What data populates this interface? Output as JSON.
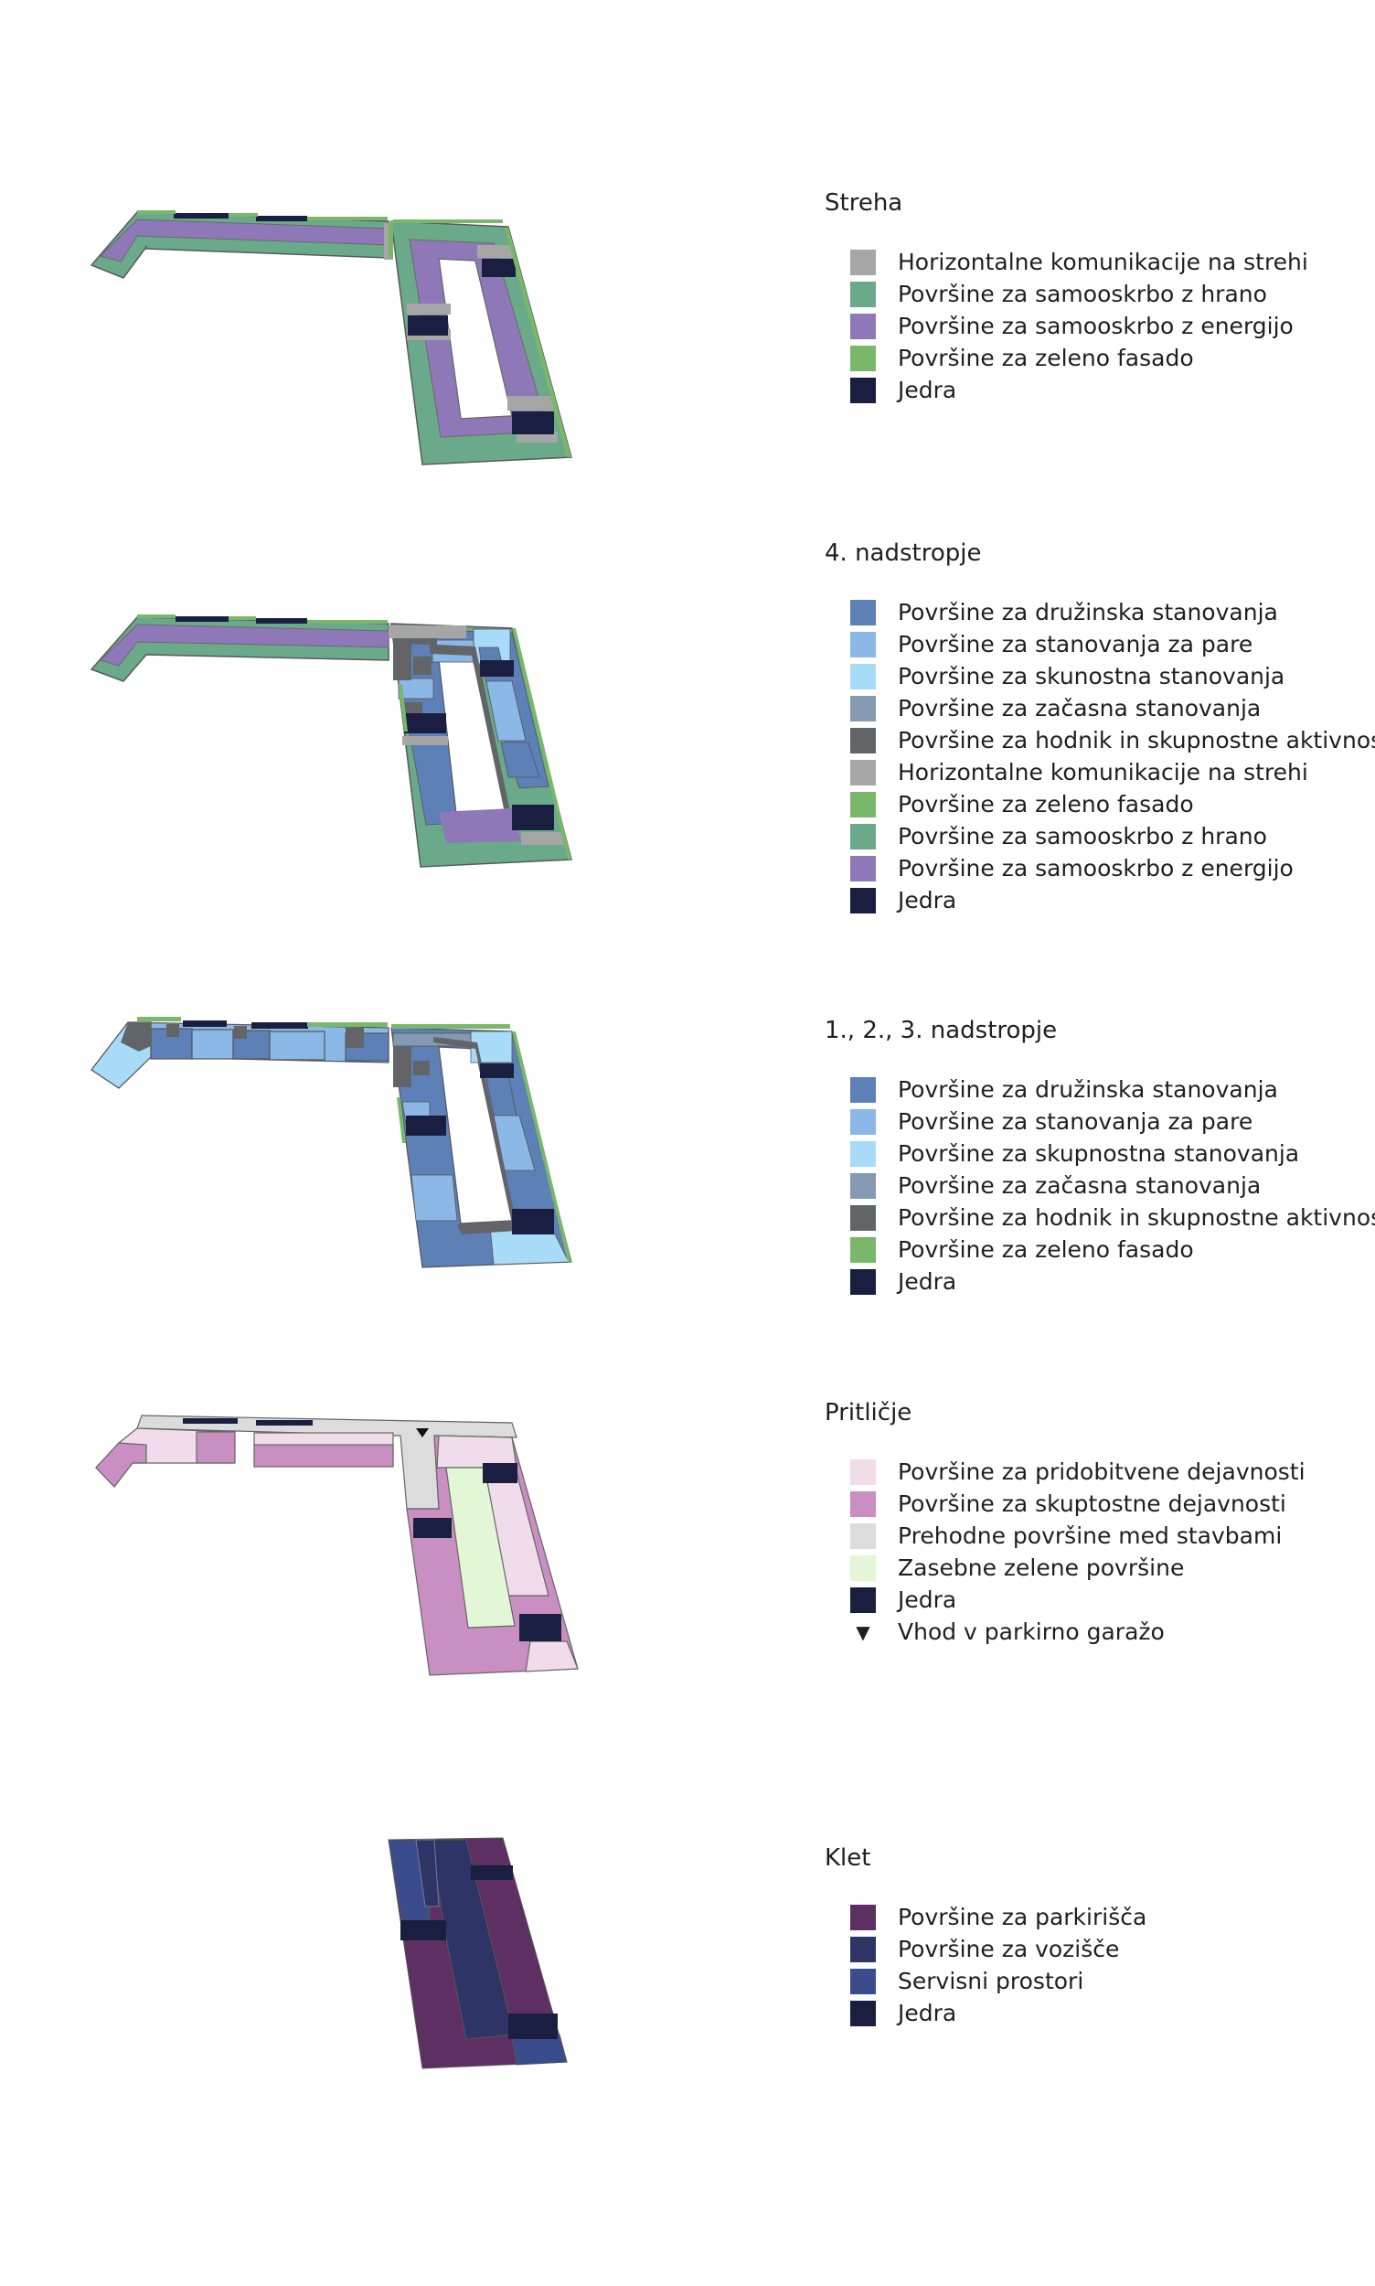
{
  "floors": [
    {
      "id": "streha",
      "title": "Streha",
      "items": [
        {
          "label": "Horizontalne komunikacije na strehi",
          "color": "#a6a6a6"
        },
        {
          "label": "Površine za samooskrbo z hrano",
          "color": "#6aa98a"
        },
        {
          "label": "Površine za samooskrbo z energijo",
          "color": "#8e78b8"
        },
        {
          "label": "Površine za zeleno fasado",
          "color": "#79b86a"
        },
        {
          "label": "Jedra",
          "color": "#1a1e40"
        }
      ]
    },
    {
      "id": "nadstropje-4",
      "title": "4. nadstropje",
      "items": [
        {
          "label": "Površine za družinska stanovanja",
          "color": "#5d80b6"
        },
        {
          "label": "Površine za stanovanja za pare",
          "color": "#8bb8e6"
        },
        {
          "label": "Površine za skunostna stanovanja",
          "color": "#a8dbf7"
        },
        {
          "label": "Površine za začasna stanovanja",
          "color": "#8599b3"
        },
        {
          "label": "Površine za hodnik in skupnostne aktivnosti",
          "color": "#626468"
        },
        {
          "label": "Horizontalne komunikacije na strehi",
          "color": "#a6a6a6"
        },
        {
          "label": "Površine za zeleno fasado",
          "color": "#79b86a"
        },
        {
          "label": "Površine za samooskrbo z hrano",
          "color": "#6aa98a"
        },
        {
          "label": "Površine za samooskrbo z energijo",
          "color": "#8e78b8"
        },
        {
          "label": "Jedra",
          "color": "#1a1e40"
        }
      ]
    },
    {
      "id": "nadstropja-1-3",
      "title": "1., 2., 3. nadstropje",
      "items": [
        {
          "label": "Površine za družinska stanovanja",
          "color": "#5d80b6"
        },
        {
          "label": "Površine za stanovanja za pare",
          "color": "#8bb8e6"
        },
        {
          "label": "Površine za skupnostna stanovanja",
          "color": "#a8dbf7"
        },
        {
          "label": "Površine za začasna stanovanja",
          "color": "#8599b3"
        },
        {
          "label": "Površine za hodnik in skupnostne aktivnosti",
          "color": "#626468"
        },
        {
          "label": "Površine za zeleno fasado",
          "color": "#79b86a"
        },
        {
          "label": "Jedra",
          "color": "#1a1e40"
        }
      ]
    },
    {
      "id": "pritlicje",
      "title": "Pritličje",
      "items": [
        {
          "label": "Površine za pridobitvene dejavnosti",
          "color": "#f1dcec"
        },
        {
          "label": "Površine za skuptostne dejavnosti",
          "color": "#c98ec2"
        },
        {
          "label": "Prehodne površine med stavbami",
          "color": "#dcdcdc"
        },
        {
          "label": "Zasebne zelene površine",
          "color": "#e3f7d6"
        },
        {
          "label": "Jedra",
          "color": "#1a1e40"
        },
        {
          "label": "Vhod v parkirno garažo",
          "marker": "▼"
        }
      ]
    },
    {
      "id": "klet",
      "title": "Klet",
      "items": [
        {
          "label": "Površine za parkirišča",
          "color": "#5e2f62"
        },
        {
          "label": "Površine za vozišče",
          "color": "#2e3466"
        },
        {
          "label": "Servisni prostori",
          "color": "#3b4c8c"
        },
        {
          "label": "Jedra",
          "color": "#1a1e40"
        }
      ]
    }
  ]
}
